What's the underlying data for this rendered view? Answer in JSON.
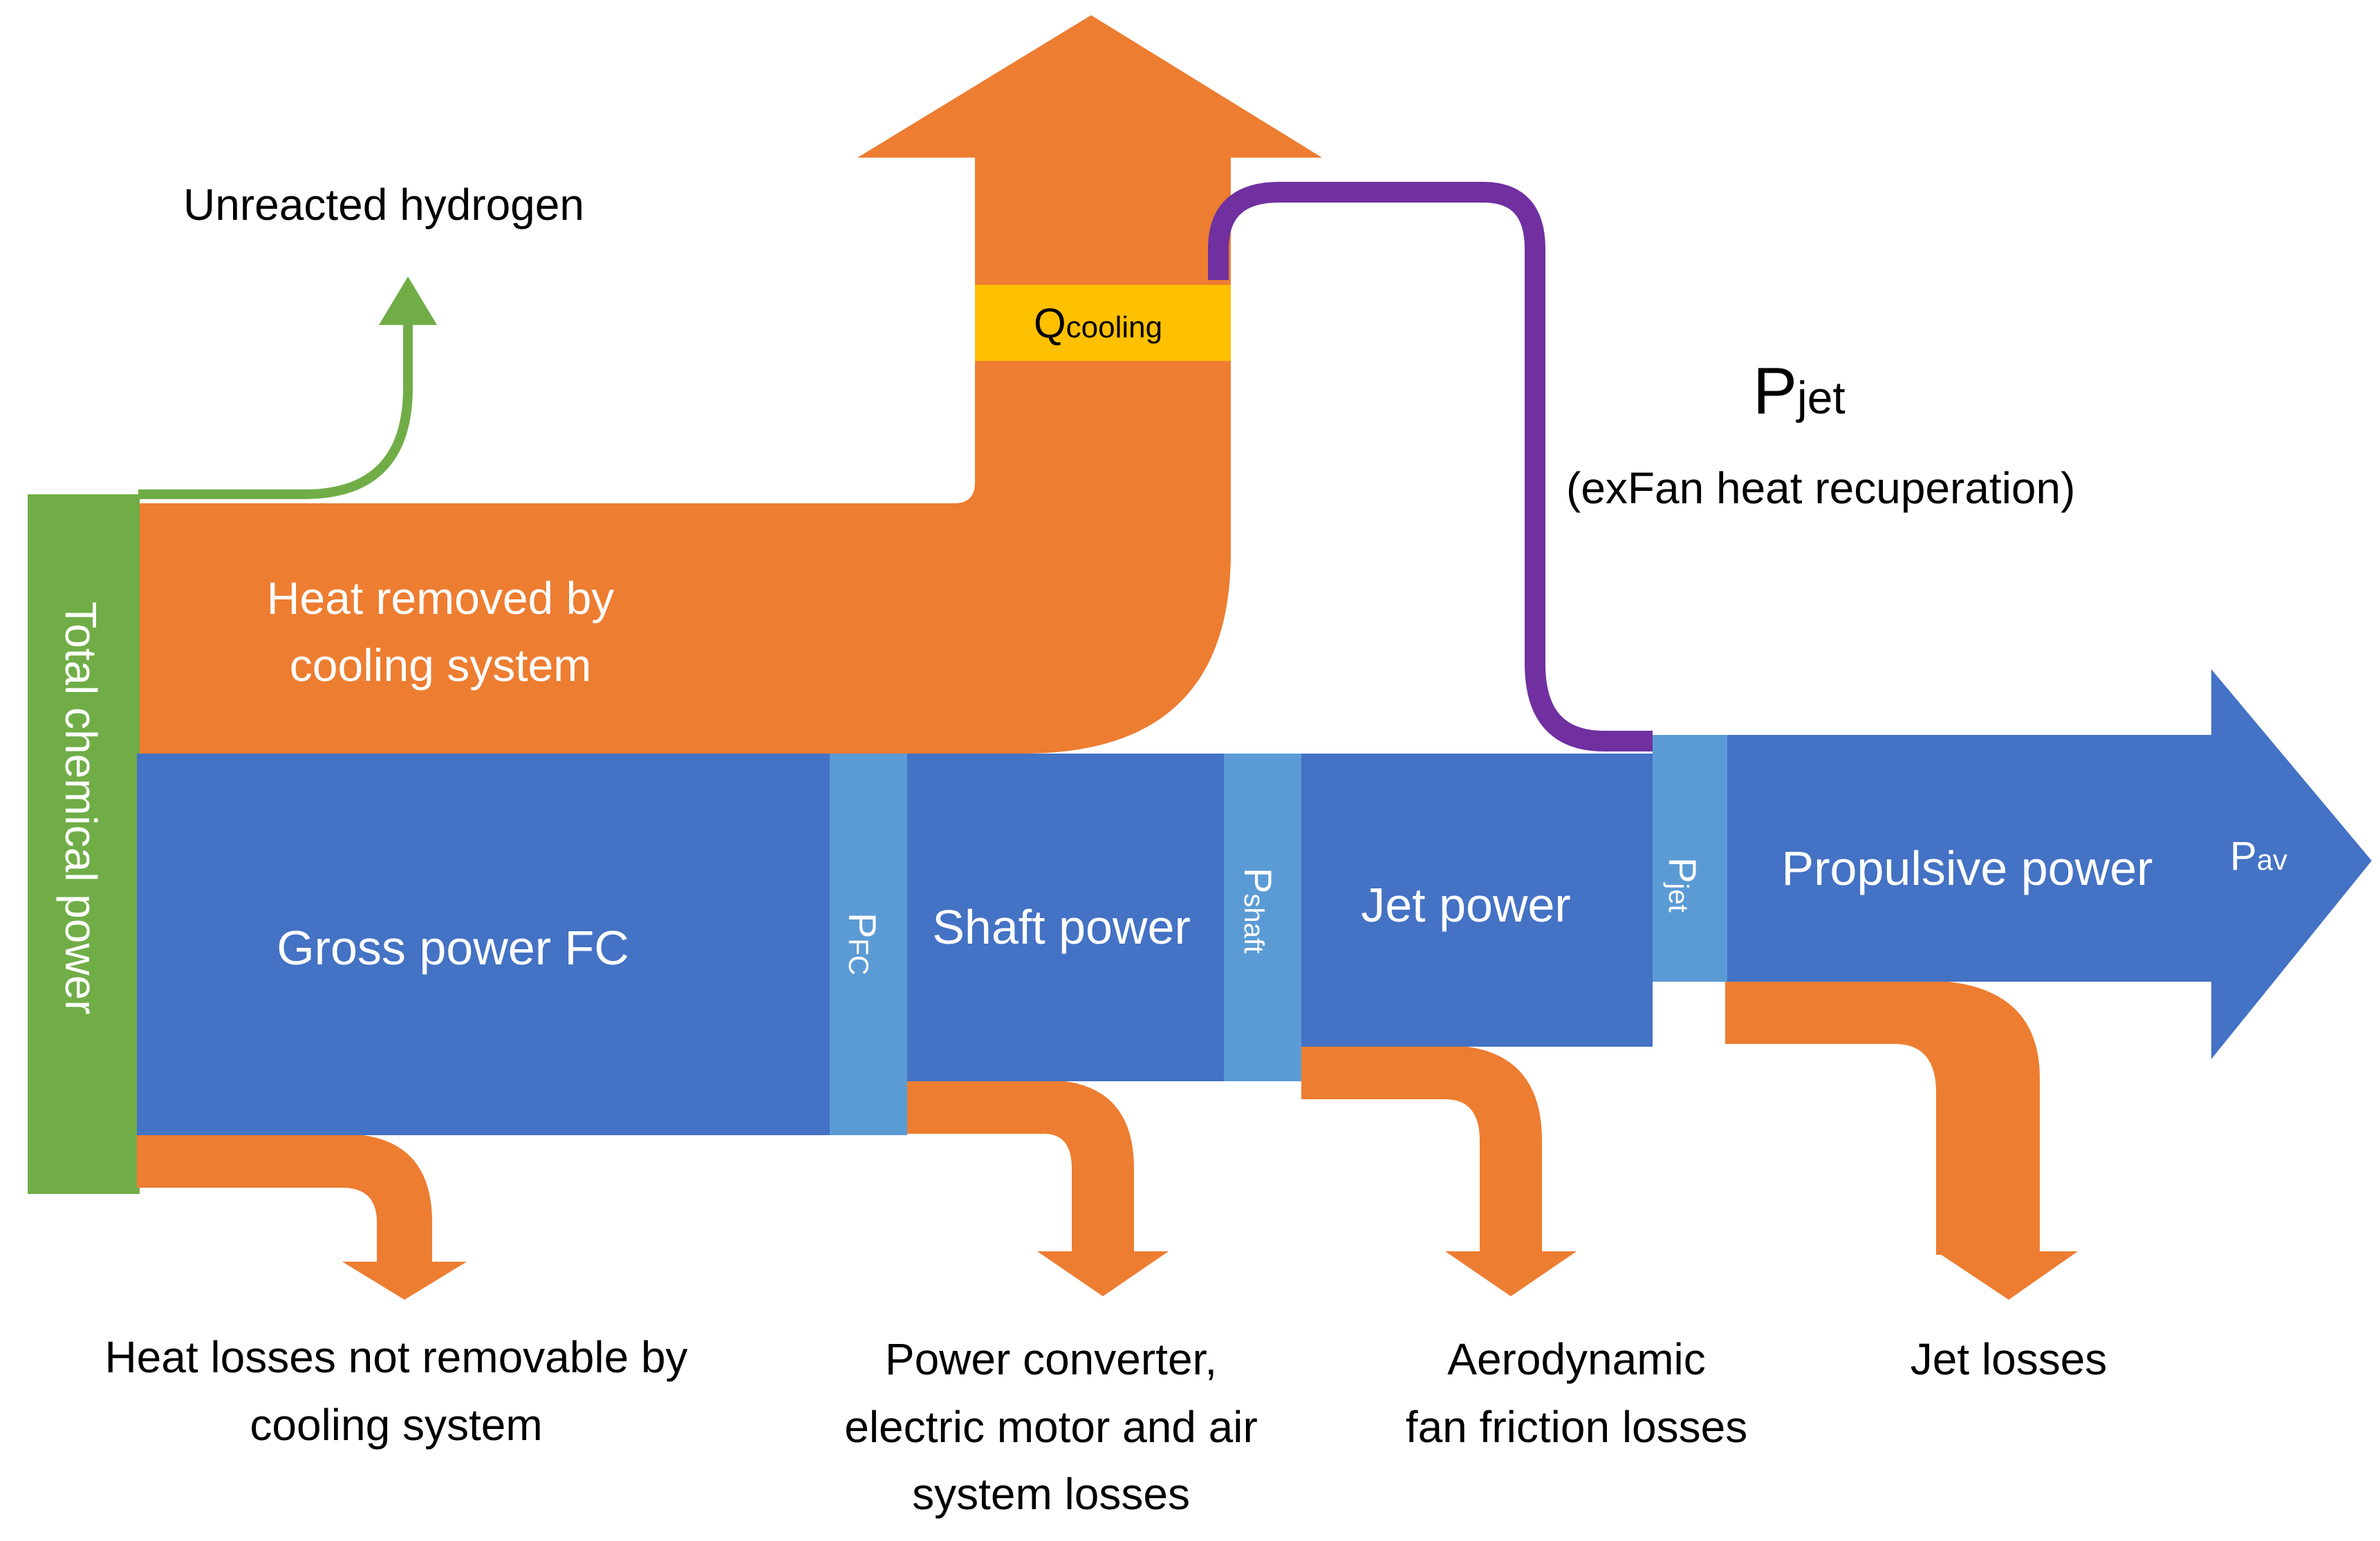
{
  "colors": {
    "blue": "#4472C4",
    "light_blue": "#5B9BD5",
    "orange": "#ED7D31",
    "green": "#70AD47",
    "yellow": "#FFC000",
    "purple": "#7030A0",
    "text_dark": "#000000",
    "text_light": "#FFFFFF"
  },
  "labels": {
    "total_chemical_power": "Total chemical power",
    "unreacted_hydrogen": "Unreacted hydrogen",
    "heat_removed_line1": "Heat removed by",
    "heat_removed_line2": "cooling system",
    "q_cooling_main": "Q",
    "q_cooling_sub": "cooling",
    "pjet_top_main": "P",
    "pjet_top_sub": "jet",
    "exfan_note": "(exFan heat recuperation)",
    "gross_power_fc": "Gross power FC",
    "pfc_main": "P",
    "pfc_sub": "FC",
    "shaft_power": "Shaft power",
    "pshaft_main": "P",
    "pshaft_sub": "shaft",
    "jet_power": "Jet power",
    "pjet_mid_main": "P",
    "pjet_mid_sub": "jet",
    "propulsive_power": "Propulsive power",
    "pav_main": "P",
    "pav_sub": "av",
    "heat_losses_line1": "Heat losses not removable by",
    "heat_losses_line2": "cooling system",
    "power_conv_line1": "Power converter,",
    "power_conv_line2": "electric motor and air",
    "power_conv_line3": "system losses",
    "aero_line1": "Aerodynamic",
    "aero_line2": "fan friction losses",
    "jet_losses": "Jet losses"
  }
}
